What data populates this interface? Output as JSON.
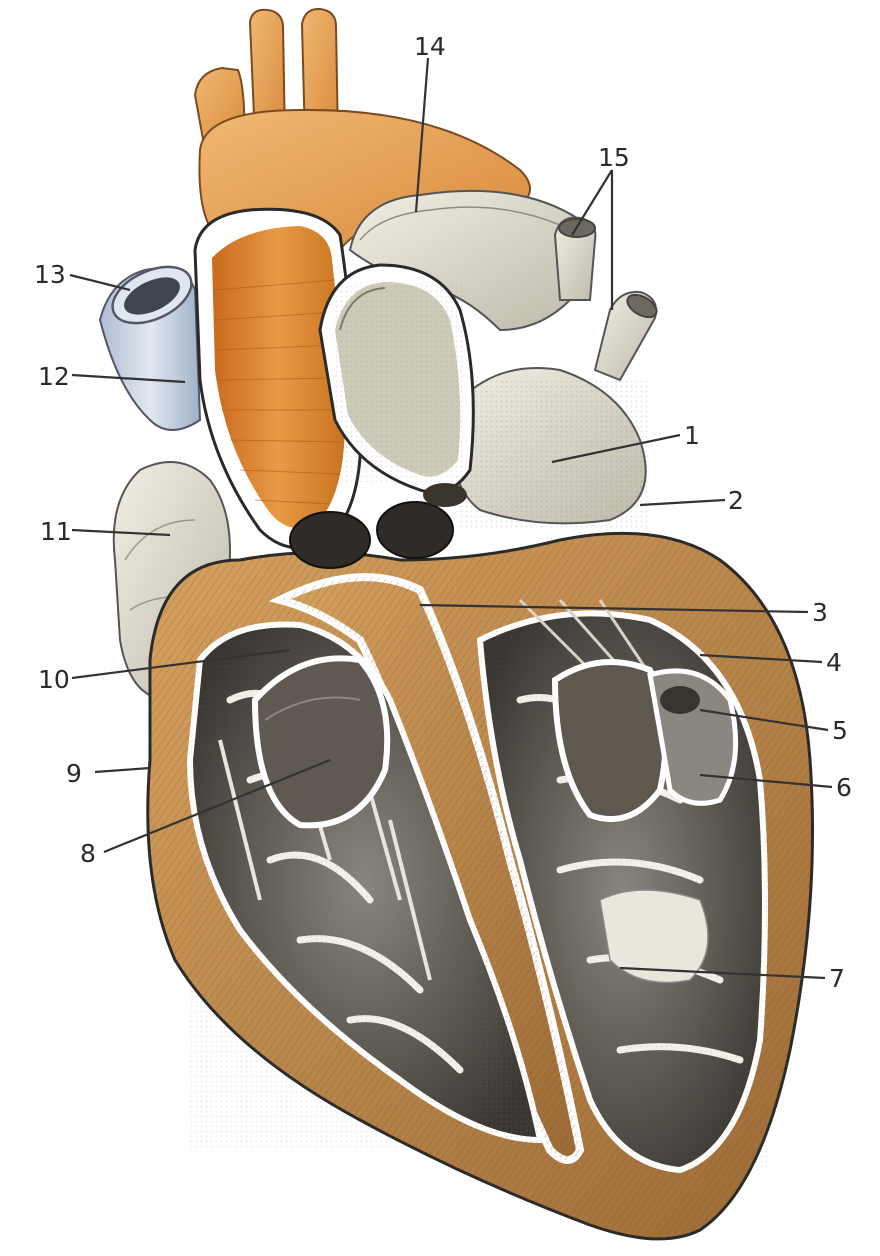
{
  "labels": {
    "l1": "1",
    "l2": "2",
    "l3": "3",
    "l4": "4",
    "l5": "5",
    "l6": "6",
    "l7": "7",
    "l8": "8",
    "l9": "9",
    "l10": "10",
    "l11": "11",
    "l12": "12",
    "l13": "13",
    "l14": "14",
    "l15": "15"
  },
  "colors": {
    "aorta": "#e6a05a",
    "aorta_inner": "#d9822f",
    "muscle": "#c78a4a",
    "muscle_dark": "#8a5a2e",
    "tissue": "#e7e3d6",
    "tissue_shade": "#b8b4a6",
    "cavity": "#5a5650",
    "vein": "#c8d4e4"
  }
}
